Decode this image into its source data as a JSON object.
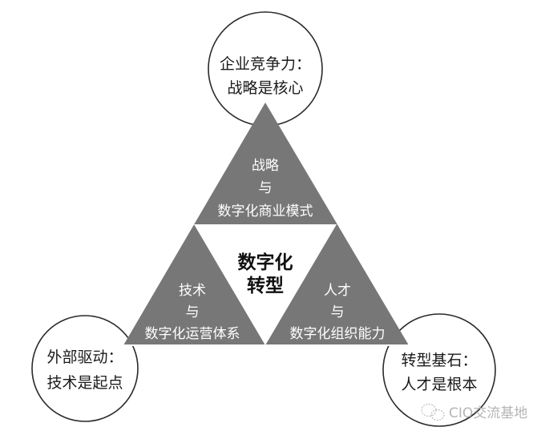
{
  "center": {
    "line1": "数字化",
    "line2": "转型"
  },
  "triangles": [
    {
      "line1": "战略",
      "line2": "与",
      "line3": "数字化商业模式"
    },
    {
      "line1": "技术",
      "line2": "与",
      "line3": "数字化运营体系"
    },
    {
      "line1": "人才",
      "line2": "与",
      "line3": "数字化组织能力"
    }
  ],
  "circles": [
    {
      "line1": "企业竞争力：",
      "line2": "战略是核心"
    },
    {
      "line1": "外部驱动：",
      "line2": "技术是起点"
    },
    {
      "line1": "转型基石：",
      "line2": "人才是根本"
    }
  ],
  "watermark": "CIO交流基地",
  "colors": {
    "triangle_fill": "#777777",
    "outline": "#2a2a2a"
  }
}
